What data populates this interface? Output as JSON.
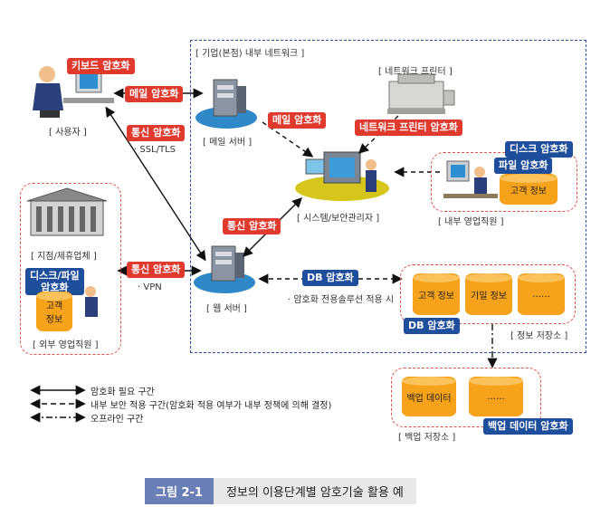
{
  "labels": {
    "user": "[ 사용자 ]",
    "ssl": "· SSL/TLS",
    "mail_server": "[ 메일 서버 ]",
    "internal_net": "[ 기업(본점) 내부 네트워크 ]",
    "net_printer": "[ 네트워크 프린터 ]",
    "sys_admin": "[ 시스템/보안관리자 ]",
    "internal_sales": "[ 내부 영업직원 ]",
    "branch": "[ 지점/제휴업체 ]",
    "external_sales": "[ 외부 영업직원 ]",
    "vpn": "· VPN",
    "web_server": "[ 웹 서버 ]",
    "crypto_solution": "· 암호화 전용솔루션 적용 시",
    "info_store": "[ 정보 저장소 ]",
    "backup_store": "[ 백업 저장소 ]"
  },
  "tags": {
    "keyboard": "키보드 암호화",
    "mail_left": "메일 암호화",
    "comm_top": "통신 암호화",
    "mail_server_tag": "메일 암호화",
    "printer_tag": "네트워크 프린터 암호화",
    "disk": "디스크 암호화",
    "file": "파일 암호화",
    "comm_mid": "통신 암호화",
    "comm_vpn": "통신 암호화",
    "db_top": "DB 암호화",
    "db_bottom": "DB 암호화",
    "disk_file_line1": "디스크/파일",
    "disk_file_line2": "암호화",
    "backup_data": "백업 데이터 암호화"
  },
  "cylinders": {
    "internal_customer": "고객 정보",
    "external_customer": "고객\n정보",
    "store_customer": "고객 정보",
    "store_secret": "기밀 정보",
    "store_more": "……",
    "backup_data": "백업 데이터",
    "backup_more": "……"
  },
  "legend": {
    "solid": "암호화 필요 구간",
    "dashed": "내부 보안 적용 구간(암호화 적용 여부가 내부 정책에 의해 결정)",
    "dashdot": "오프라인 구간"
  },
  "caption": {
    "number": "그림 2-1",
    "title": "정보의 이용단계별 암호기술 활용 예"
  },
  "colors": {
    "red_tag": "#e03a2f",
    "blue_tag": "#1f4e9c",
    "cylinder": "#f6a21a"
  }
}
